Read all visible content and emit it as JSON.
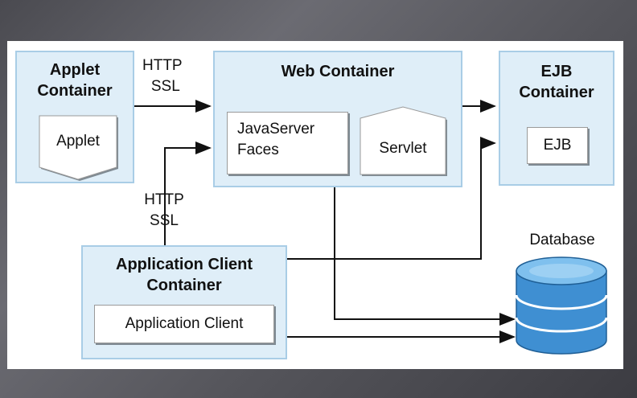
{
  "applet_container": {
    "title_line1": "Applet",
    "title_line2": "Container",
    "component": "Applet"
  },
  "web_container": {
    "title": "Web Container",
    "component1_line1": "JavaServer",
    "component1_line2": "Faces",
    "component2": "Servlet"
  },
  "ejb_container": {
    "title_line1": "EJB",
    "title_line2": "Container",
    "component": "EJB"
  },
  "appclient_container": {
    "title_line1": "Application Client",
    "title_line2": "Container",
    "component": "Application Client"
  },
  "database": {
    "label": "Database"
  },
  "protocols": {
    "top": {
      "line1": "HTTP",
      "line2": "SSL"
    },
    "left": {
      "line1": "HTTP",
      "line2": "SSL"
    }
  },
  "colors": {
    "container_fill": "#dfeef8",
    "container_border": "#a9cde6",
    "db_blue": "#3f8fd2"
  }
}
